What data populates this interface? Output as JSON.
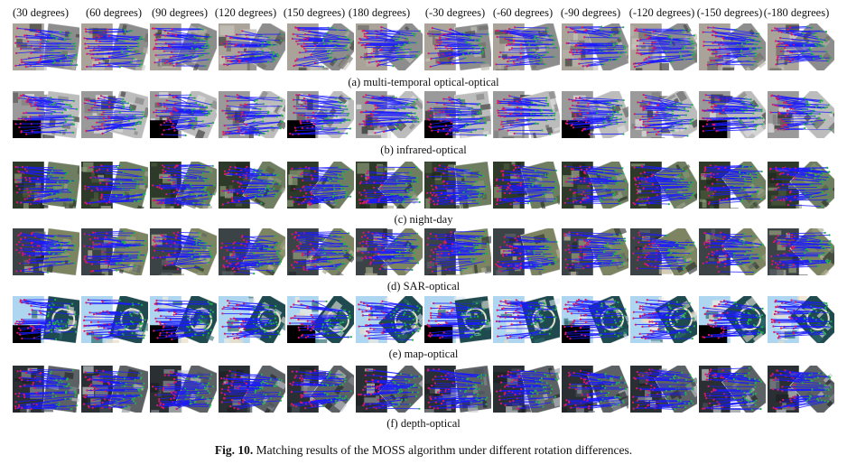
{
  "angles": [
    "(30 degrees)",
    "(60 degrees)",
    "(90 degrees)",
    "(120 degrees)",
    "(150 degrees)",
    "(180 degrees)",
    "(-30 degrees)",
    "(-60 degrees)",
    "(-90 degrees)",
    "(-120 degrees)",
    "(-150 degrees)",
    "(-180 degrees)"
  ],
  "rows": [
    {
      "caption": "(a) multi-temporal optical-optical",
      "type": "optical"
    },
    {
      "caption": "(b) infrared-optical",
      "type": "infrared"
    },
    {
      "caption": "(c) night-day",
      "type": "night"
    },
    {
      "caption": "(d) SAR-optical",
      "type": "sar"
    },
    {
      "caption": "(e) map-optical",
      "type": "map"
    },
    {
      "caption": "(f) depth-optical",
      "type": "depth"
    }
  ],
  "figure": {
    "label": "Fig. 10.",
    "text": "Matching results of the MOSS algorithm under different rotation differences."
  },
  "colors": {
    "match_lines": "#1a1aff",
    "left_points": "#e0195a",
    "right_points": "#22b04b"
  }
}
